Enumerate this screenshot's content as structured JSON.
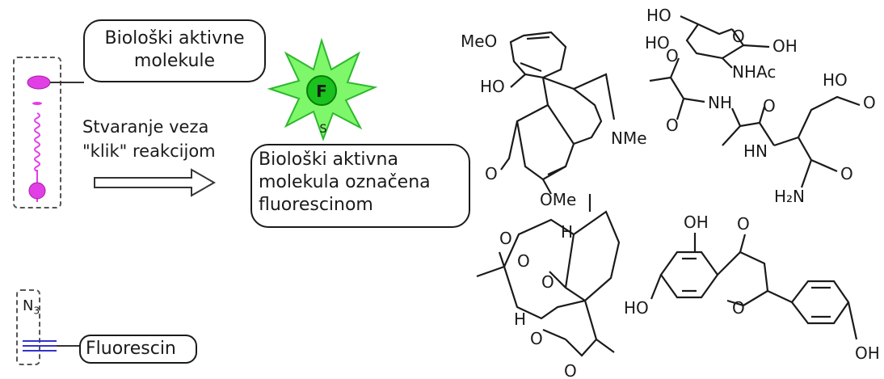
{
  "left": {
    "bubble_top": [
      "Biološki aktivne",
      "molekule"
    ],
    "reaction_line1": "Stvaranje veza",
    "reaction_line2": "\"klik\" reakcijom",
    "bubble_result": [
      "Biološki aktivna",
      "molekula označena",
      "fluorescinom"
    ],
    "star_letter": "F",
    "star_link": "S",
    "azide_n": "N",
    "azide_sub": "3",
    "fluor_label": "Fluorescin"
  },
  "colors": {
    "magenta": "#e23ee6",
    "star_fill": "#7ef76b",
    "ball_green": "#19c21d",
    "alkyne": "#3333cc"
  },
  "mol1": {
    "meo": "MeO",
    "ho": "HO",
    "nme": "NMe",
    "o": "O",
    "ome": "OMe"
  },
  "mol2": {
    "ho_top": "HO",
    "o_ring": "O",
    "ho2": "HO",
    "o_link": "O",
    "oh": "OH",
    "nhac": "NHAc",
    "nh1": "NH",
    "o_c1": "O",
    "o_c2": "O",
    "hn": "HN",
    "ho_acid": "HO",
    "o_acid": "O",
    "o_amide": "O",
    "h2n": "H₂N"
  },
  "mol3": {
    "h1": "H",
    "h2": "H",
    "o1": "O",
    "o2": "O",
    "o3": "O",
    "o4": "O",
    "o5": "O"
  },
  "mol4": {
    "oh_top": "OH",
    "o_ket": "O",
    "ho": "HO",
    "o_ring": "O",
    "oh_right": "OH"
  }
}
